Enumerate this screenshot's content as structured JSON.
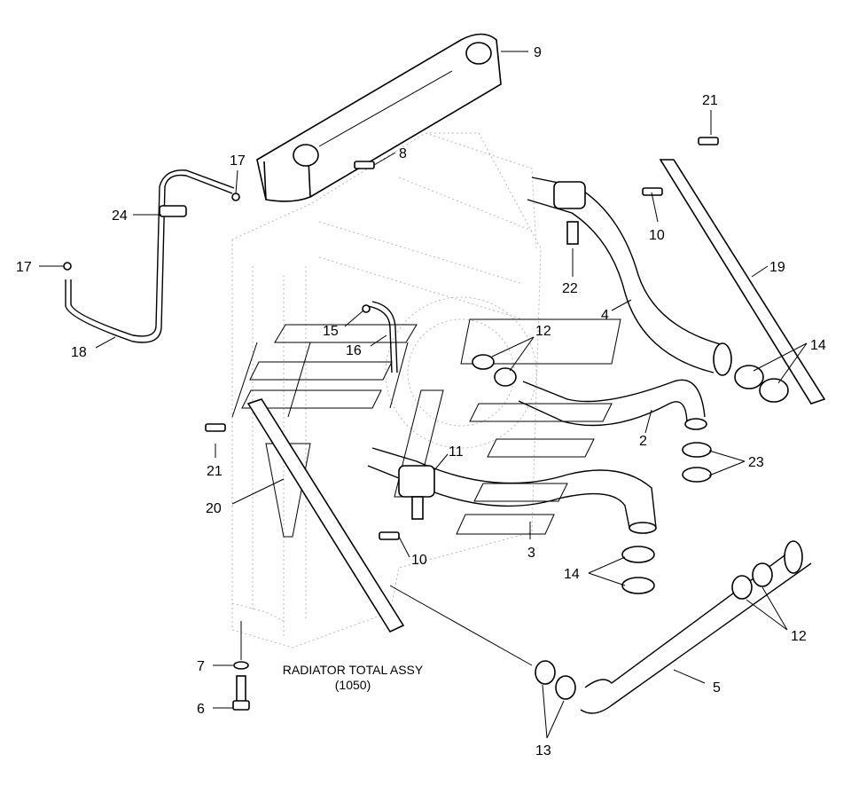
{
  "caption": {
    "line1": "RADIATOR TOTAL ASSY",
    "line2": "(1050)"
  },
  "callouts": [
    {
      "id": "c9",
      "text": "9"
    },
    {
      "id": "c21a",
      "text": "21"
    },
    {
      "id": "c8",
      "text": "8"
    },
    {
      "id": "c17a",
      "text": "17"
    },
    {
      "id": "c10a",
      "text": "10"
    },
    {
      "id": "c24",
      "text": "24"
    },
    {
      "id": "c17b",
      "text": "17"
    },
    {
      "id": "c19",
      "text": "19"
    },
    {
      "id": "c22",
      "text": "22"
    },
    {
      "id": "c4",
      "text": "4"
    },
    {
      "id": "c12a",
      "text": "12"
    },
    {
      "id": "c15",
      "text": "15"
    },
    {
      "id": "c16",
      "text": "16"
    },
    {
      "id": "c18",
      "text": "18"
    },
    {
      "id": "c14a",
      "text": "14"
    },
    {
      "id": "c2",
      "text": "2"
    },
    {
      "id": "c21b",
      "text": "21"
    },
    {
      "id": "c11",
      "text": "11"
    },
    {
      "id": "c23",
      "text": "23"
    },
    {
      "id": "c20",
      "text": "20"
    },
    {
      "id": "c3",
      "text": "3"
    },
    {
      "id": "c10b",
      "text": "10"
    },
    {
      "id": "c14b",
      "text": "14"
    },
    {
      "id": "c12b",
      "text": "12"
    },
    {
      "id": "c7",
      "text": "7"
    },
    {
      "id": "c5",
      "text": "5"
    },
    {
      "id": "c6",
      "text": "6"
    },
    {
      "id": "c13",
      "text": "13"
    }
  ]
}
